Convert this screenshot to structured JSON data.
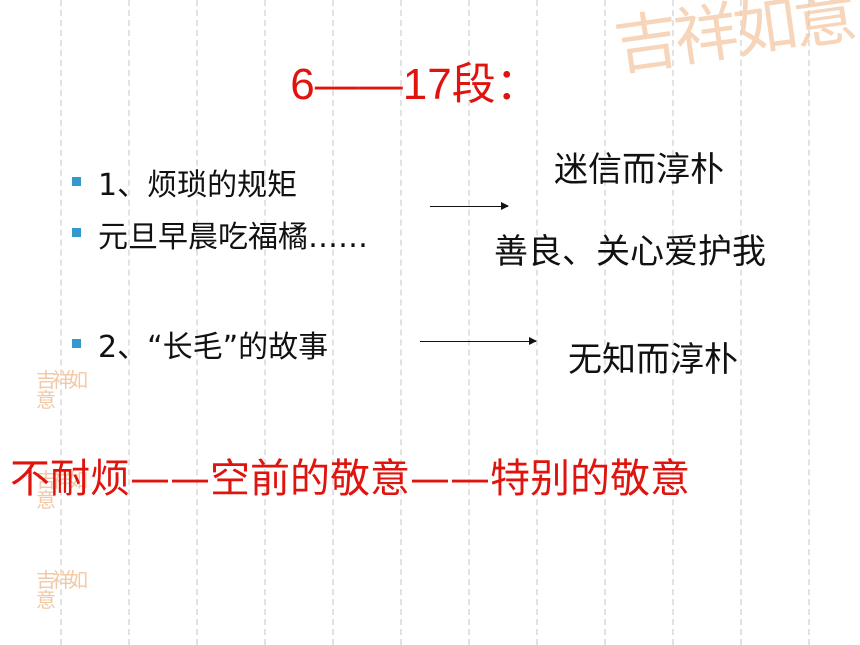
{
  "slide": {
    "title": "6——17段：",
    "items": [
      {
        "label": "1、烦琐的规矩"
      },
      {
        "label": "元旦早晨吃福橘……"
      },
      {
        "label": "2、“长毛”的故事"
      }
    ],
    "results": [
      {
        "label": "迷信而淳朴"
      },
      {
        "label": "善良、关心爱护我"
      },
      {
        "label": "无知而淳朴"
      }
    ],
    "conclusion": "不耐烦——空前的敬意——特别的敬意",
    "watermark_text": "吉祥如意"
  },
  "colors": {
    "title": "#e0140f",
    "bullet": "#3399cc",
    "watermark": "#f3c8a4"
  }
}
